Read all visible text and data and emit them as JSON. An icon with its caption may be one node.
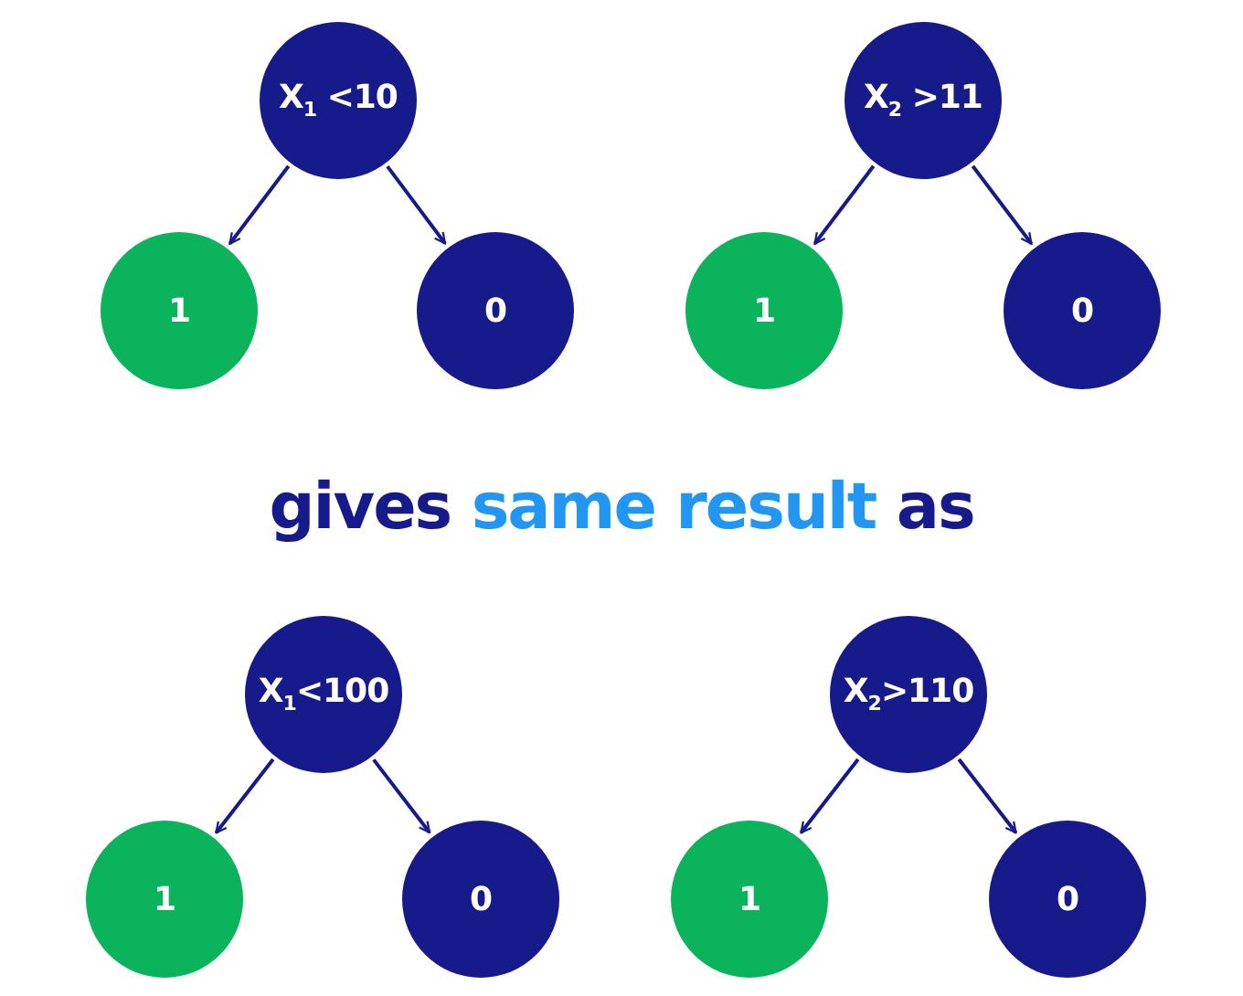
{
  "diagram": {
    "nodes": [
      {
        "text": [
          "X$_{1}$ <10"
        ]
      },
      {
        "text": [
          "1"
        ]
      },
      {
        "text": [
          "0"
        ]
      },
      {
        "text": [
          "X$_{2}$ >11"
        ]
      },
      {
        "text": [
          "1"
        ]
      },
      {
        "text": [
          "0"
        ]
      },
      {
        "text": [
          "X$_{1}$<100"
        ]
      },
      {
        "text": [
          "1"
        ]
      },
      {
        "text": [
          "0"
        ]
      },
      {
        "text": [
          "X$_{2}$>110"
        ]
      },
      {
        "text": [
          "1"
        ]
      },
      {
        "text": [
          "0"
        ]
      }
    ],
    "edges": [
      {
        "from": 0,
        "to": 1,
        "arrow": "to"
      },
      {
        "from": 0,
        "to": 2,
        "arrow": "to"
      },
      {
        "from": 3,
        "to": 4,
        "arrow": "to"
      },
      {
        "from": 3,
        "to": 5,
        "arrow": "to"
      },
      {
        "from": 6,
        "to": 7,
        "arrow": "to"
      },
      {
        "from": 6,
        "to": 8,
        "arrow": "to"
      },
      {
        "from": 9,
        "to": 10,
        "arrow": "to"
      },
      {
        "from": 9,
        "to": 11,
        "arrow": "to"
      }
    ],
    "labels": [
      "gives **same result** as"
    ]
  }
}
